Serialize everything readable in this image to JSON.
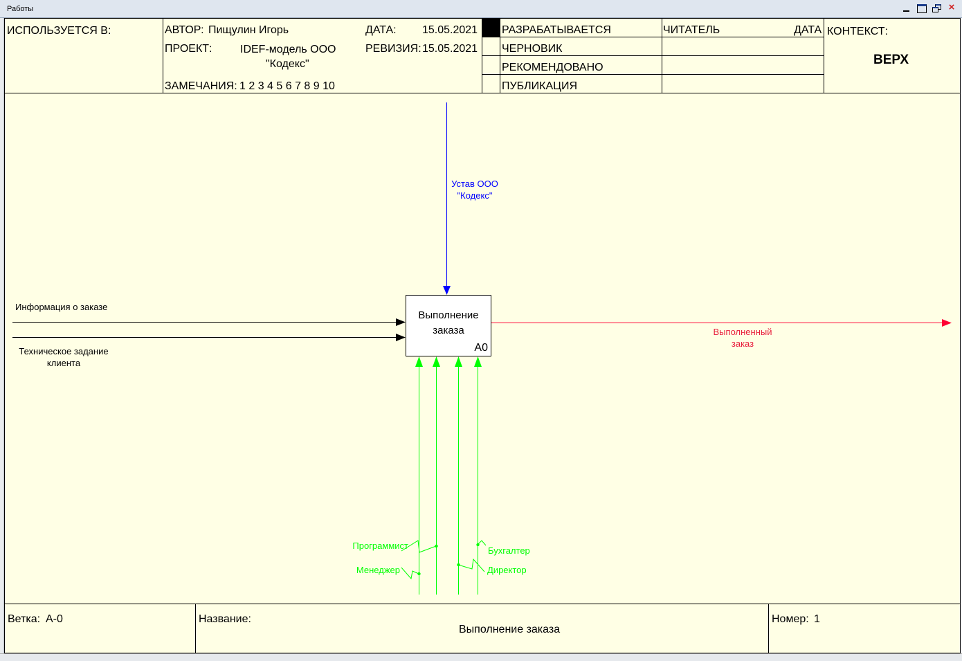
{
  "window": {
    "title": "Работы"
  },
  "colors": {
    "sheet_bg": "#ffffe5",
    "control": "#0000ff",
    "output": "#ff0033",
    "mechanism": "#00ff00",
    "input": "#000000"
  },
  "header": {
    "used_in": "ИСПОЛЬЗУЕТСЯ В:",
    "author_label": "АВТОР:",
    "author": "Пищулин Игорь",
    "project_label": "ПРОЕКТ:",
    "project_line1": "IDEF-модель ООО",
    "project_line2": "\"Кодекс\"",
    "date_label": "ДАТА:",
    "date": "15.05.2021",
    "revision_label": "РЕВИЗИЯ:",
    "revision": "15.05.2021",
    "notes_label": "ЗАМЕЧАНИЯ:",
    "notes": "1 2 3 4 5 6 7 8 9 10",
    "status": [
      "РАЗРАБАТЫВАЕТСЯ",
      "ЧЕРНОВИК",
      "РЕКОМЕНДОВАНО",
      "ПУБЛИКАЦИЯ"
    ],
    "reader_label": "ЧИТАТЕЛЬ",
    "reader_date_label": "ДАТА",
    "context_label": "КОНТЕКСТ:",
    "context_value": "ВЕРХ"
  },
  "diagram": {
    "activity": {
      "name": "Выполнение\nзаказа",
      "number": "A0"
    },
    "inputs": [
      "Информация о заказе",
      "Техническое задание\nклиента"
    ],
    "control": "Устав ООО\n\"Кодекс\"",
    "output": "Выполненный\nзаказ",
    "mechanisms": [
      "Программист",
      "Менеджер",
      "Бухгалтер",
      "Директор"
    ]
  },
  "footer": {
    "node_label": "Ветка:",
    "node": "A-0",
    "title_label": "Название:",
    "title": "Выполнение заказа",
    "number_label": "Номер:",
    "number": "1"
  }
}
